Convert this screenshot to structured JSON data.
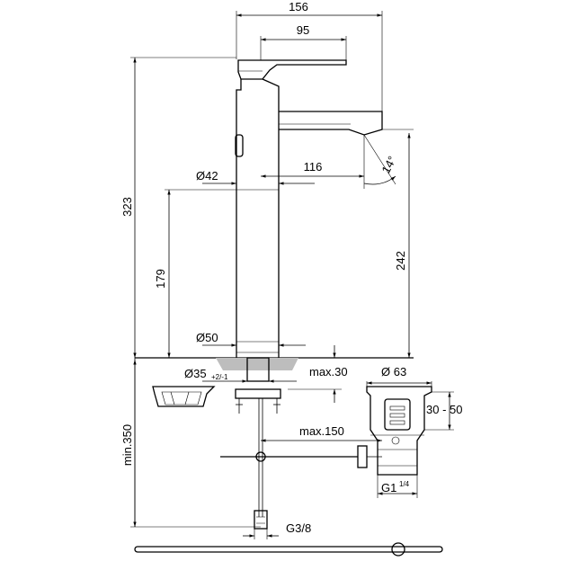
{
  "dimensions": {
    "width_total": "156",
    "lever_length": "95",
    "spout_reach": "116",
    "spout_angle": "14°",
    "body_diameter_top": "Ø42",
    "body_diameter_base": "Ø50",
    "total_height": "323",
    "body_height": "179",
    "spout_height": "242",
    "hole_diameter": "Ø35",
    "hole_tolerance": "+2/-1",
    "max_thickness": "max.30",
    "waste_diameter": "Ø 63",
    "waste_range": "30 - 50",
    "min_height_below": "min.350",
    "max_rod": "max.150",
    "waste_thread": "G1",
    "waste_thread_fraction": "1/4",
    "hose_thread": "G3/8"
  }
}
